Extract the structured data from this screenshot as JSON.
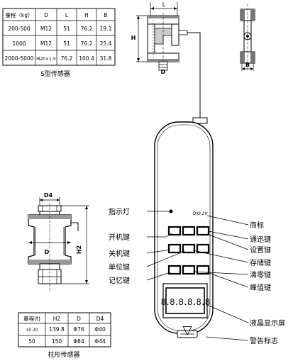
{
  "s_table": {
    "headers": [
      "量程（kg）",
      "D",
      "L",
      "H",
      "B"
    ],
    "rows": [
      [
        "200-500",
        "M12",
        "51",
        "76.2",
        "19.1"
      ],
      [
        "1000",
        "M12",
        "51",
        "76.2",
        "25.4"
      ],
      [
        "2000-5000",
        "M20×1.5",
        "76.2",
        "100.4",
        "31.8"
      ]
    ],
    "caption": "S型传感器"
  },
  "col_table": {
    "headers": [
      "量程(t)",
      "H2",
      "D",
      "D4"
    ],
    "rows": [
      [
        "10 20",
        "139.8",
        "Φ76",
        "Φ40"
      ],
      [
        "50",
        "150",
        "Φ84",
        "Φ44"
      ]
    ],
    "caption": "柱形传感器"
  },
  "dims": {
    "L": "L",
    "H": "H",
    "D": "D",
    "B": "B",
    "D4": "D4",
    "D_col": "D",
    "H2": "H2"
  },
  "device": {
    "brand_mark": "OIO 2V",
    "display_digits": "8.8.8.8.8.8",
    "warning_glyph": "▽"
  },
  "left_labels": {
    "indicator": "指示灯",
    "power_on": "开机键",
    "power_off": "关机键",
    "unit": "单位键",
    "memory": "记忆键"
  },
  "right_labels": {
    "brand": "商标",
    "shortcut": "通迅键",
    "setting": "设置键",
    "store": "存储键",
    "zero": "清零键",
    "peak": "峰值键",
    "lcd": "液晶显示屏",
    "warning": "警告标志"
  }
}
